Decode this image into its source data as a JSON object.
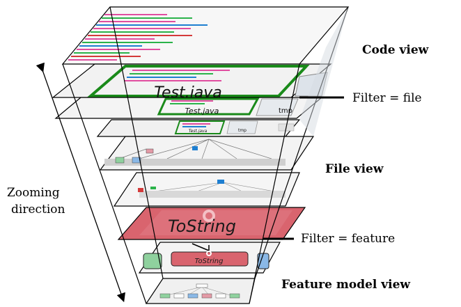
{
  "labels": {
    "code_view": "Code view",
    "file_view": "File view",
    "feature_model_view": "Feature model view",
    "filter_file": "Filter = file",
    "filter_feature": "Filter = feature",
    "zooming_line1": "Zooming",
    "zooming_line2": "direction"
  },
  "layer_text": {
    "test_java_large": "Test.java",
    "test_java_medium": "Test.java",
    "test_java_small": "Test.java",
    "tmp_medium": "tmp",
    "tmp_small": "tmp",
    "tostring_large": "ToString",
    "tostring_small": "ToString"
  },
  "colors": {
    "frame": "#000000",
    "layer_fill": "#f2f2f2",
    "green_border": "#1a8a1a",
    "tostring_fill": "#d9646e",
    "tostring_text": "#1a1a1a",
    "node_green": "#8fd19e",
    "node_blue": "#8ab8e6",
    "node_pink": "#e39aa6"
  }
}
